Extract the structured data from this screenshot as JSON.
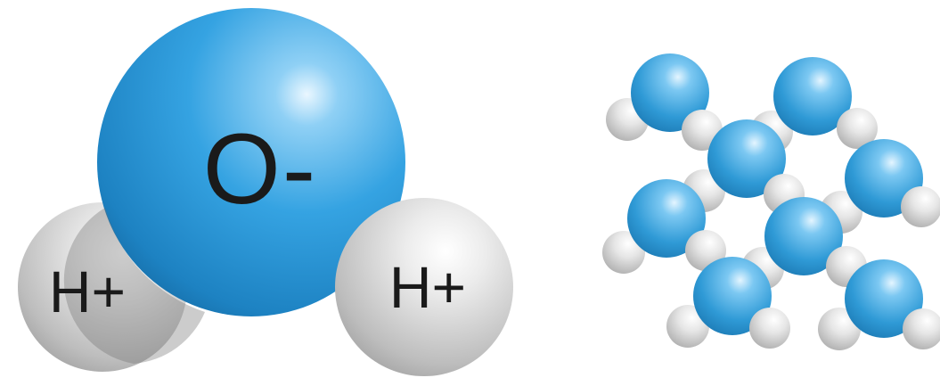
{
  "single_molecule": {
    "oxygen_label": "O-",
    "hydrogen_left_label": "H+",
    "hydrogen_right_label": "H+"
  },
  "colors": {
    "oxygen": "#2f9ad6",
    "hydrogen": "#c9c9c9",
    "label_text": "#1a1a1a",
    "background": "#ffffff"
  }
}
